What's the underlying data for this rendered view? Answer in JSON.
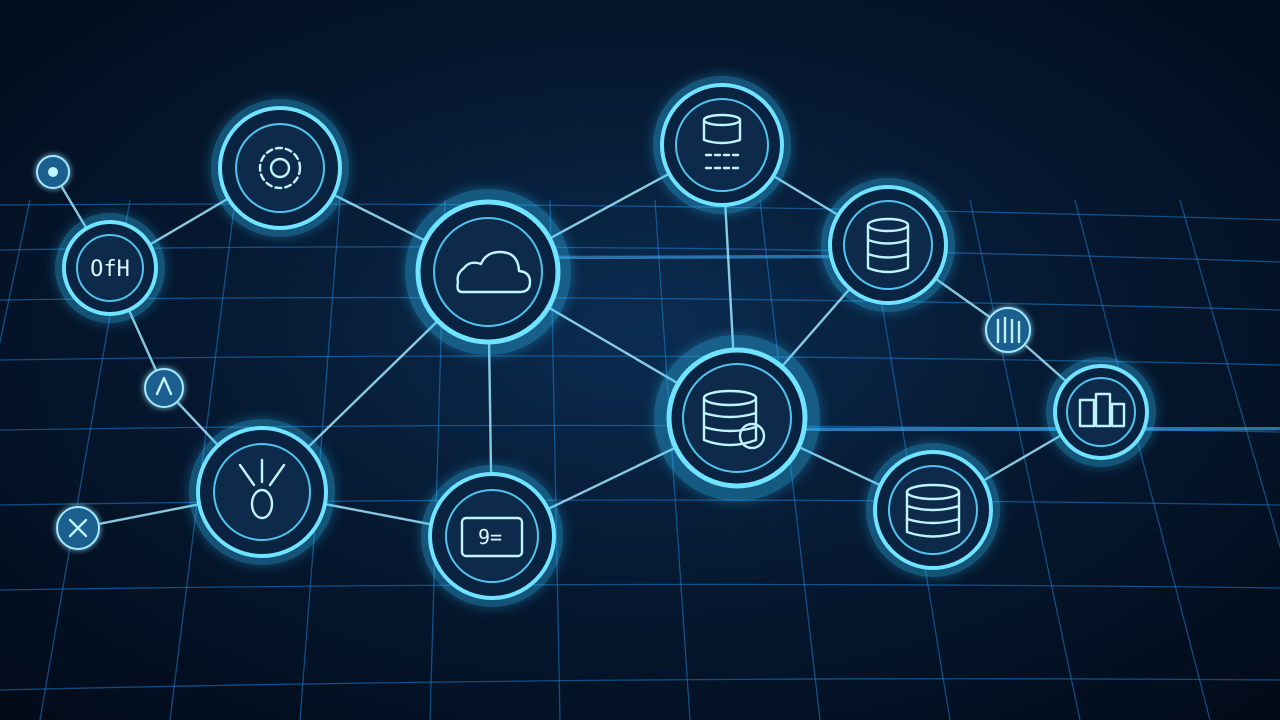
{
  "scene": {
    "accent_color": "#6fe3ff",
    "background_color": "#020b1a",
    "grid_color": "#1d7fd0"
  },
  "nodes": [
    {
      "id": "cloud",
      "icon": "cloud-icon"
    },
    {
      "id": "db-top",
      "icon": "database-icon"
    },
    {
      "id": "db-right",
      "icon": "database-icon"
    },
    {
      "id": "db-center",
      "icon": "database-icon"
    },
    {
      "id": "db-lower-right",
      "icon": "database-icon"
    },
    {
      "id": "gear-top-left",
      "icon": "gear-icon"
    },
    {
      "id": "left-node",
      "icon": "label-icon",
      "text": "OfH"
    },
    {
      "id": "lower-left",
      "icon": "bulb-icon"
    },
    {
      "id": "card",
      "icon": "id-card-icon",
      "text": "9="
    },
    {
      "id": "far-right",
      "icon": "servers-icon"
    }
  ]
}
